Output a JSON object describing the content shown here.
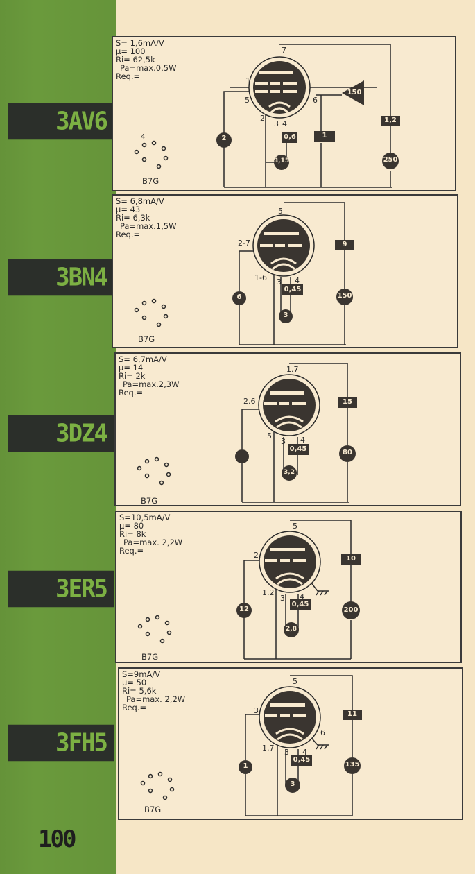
{
  "page_number": "100",
  "tubes": [
    {
      "name": "3AV6",
      "s": "S= 1,6mA/V",
      "mu": "μ= 100",
      "ri": "Ri= 62,5k",
      "pa": "Pa=max.0,5W",
      "req": "Req.=",
      "base": "B7G",
      "pins": {
        "p7": "7",
        "p1": "1",
        "p5": "5",
        "p6": "6",
        "p2": "2",
        "p3": "3",
        "p4": "4"
      },
      "values": {
        "grid": "2",
        "heater": "3,15",
        "hv": "0,6",
        "r1": "1",
        "r2": "1,2",
        "plate": "250",
        "out": "150"
      }
    },
    {
      "name": "3BN4",
      "s": "S= 6,8mA/V",
      "mu": "μ= 43",
      "ri": "Ri= 6,3k",
      "pa": "Pa=max.1,5W",
      "req": "Req.=",
      "base": "B7G",
      "pins": {
        "p5": "5",
        "p27": "2-7",
        "p16": "1-6",
        "p3": "3",
        "p4": "4"
      },
      "values": {
        "grid": "6",
        "heater": "3",
        "hv": "0,45",
        "rp": "9",
        "plate": "150"
      }
    },
    {
      "name": "3DZ4",
      "s": "S= 6,7mA/V",
      "mu": "μ= 14",
      "ri": "Ri= 2k",
      "pa": "Pa=max.2,3W",
      "req": "Req.=",
      "base": "B7G",
      "pins": {
        "p17": "1.7",
        "p26": "2.6",
        "p5": "5",
        "p3": "3",
        "p4": "4"
      },
      "values": {
        "heater": "3,2",
        "hv": "0,45",
        "rp": "15",
        "plate": "80"
      }
    },
    {
      "name": "3ER5",
      "s": "S=10,5mA/V",
      "mu": "μ= 80",
      "ri": "Ri= 8k",
      "pa": "Pa=max. 2,2W",
      "req": "Req.=",
      "base": "B7G",
      "pins": {
        "p5": "5",
        "p2": "2",
        "p12": "1.2",
        "p3": "3",
        "p4": "4"
      },
      "values": {
        "grid": "12",
        "heater": "2,8",
        "hv": "0,45",
        "rp": "10",
        "plate": "200"
      }
    },
    {
      "name": "3FH5",
      "s": "S=9mA/V",
      "mu": "μ= 50",
      "ri": "Ri= 5,6k",
      "pa": "Pa=max. 2,2W",
      "req": "Req.=",
      "base": "B7G",
      "pins": {
        "p5": "5",
        "p3": "3",
        "p6": "6",
        "p17": "1.7",
        "pp3": "3",
        "p4": "4"
      },
      "values": {
        "grid": "1",
        "heater": "3",
        "hv": "0,45",
        "rp": "11",
        "plate": "135"
      }
    }
  ],
  "colors": {
    "green": "#6a9a3c",
    "label_bg": "#2b2f2a",
    "label_text": "#7cb043",
    "paper": "#f6e6c6",
    "ink": "#2a2a2a"
  }
}
